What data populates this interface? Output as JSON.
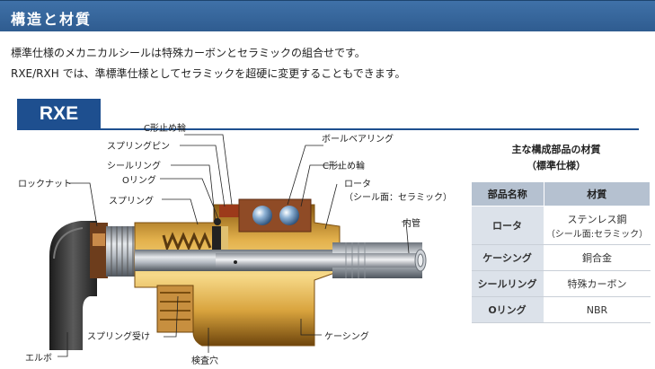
{
  "header": {
    "title": "構造と材質"
  },
  "intro": {
    "line1": "標準仕様のメカニカルシールは特殊カーボンとセラミックの組合せです。",
    "line2": "RXE/RXH では、準標準仕様としてセラミックを超硬に変更することもできます。"
  },
  "model_tag": "RXE",
  "diagram_labels": {
    "c_ring_top": "C形止め輪",
    "spring_pin": "スプリングピン",
    "seal_ring": "シールリング",
    "o_ring": "Oリング",
    "spring": "スプリング",
    "lock_nut": "ロックナット",
    "ball_bearing": "ボールベアリング",
    "c_ring_right": "C形止め輪",
    "rotor": "ロータ",
    "rotor_seal_face": "（シール面：セラミック）",
    "inner_pipe": "内管",
    "elbow": "エルボ",
    "spring_seat": "スプリング受け",
    "inspection_hole": "検査穴",
    "casing": "ケーシング"
  },
  "materials": {
    "title": "主な構成部品の材質",
    "subtitle": "（標準仕様）",
    "col_part": "部品名称",
    "col_material": "材質",
    "rows": [
      {
        "part": "ロータ",
        "material": "ステンレス鋼",
        "material_note": "（シール面:セラミック）"
      },
      {
        "part": "ケーシング",
        "material": "銅合金"
      },
      {
        "part": "シールリング",
        "material": "特殊カーボン"
      },
      {
        "part": "Oリング",
        "material": "NBR"
      }
    ]
  },
  "colors": {
    "header": "#3467a0",
    "model_tag": "#1e4f8f",
    "table_head": "#b5c1d0",
    "table_name": "#dce2ea"
  }
}
